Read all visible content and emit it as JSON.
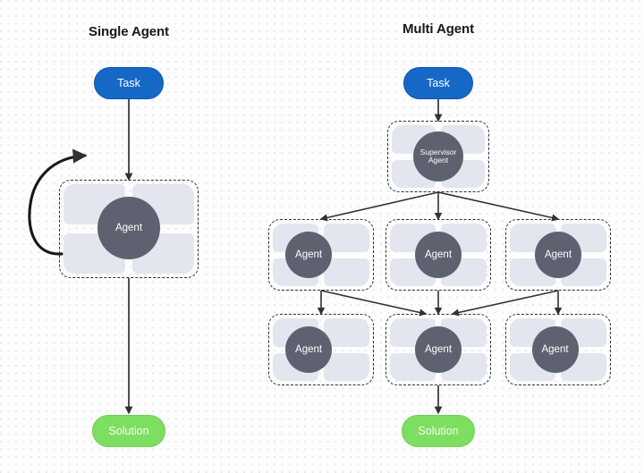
{
  "diagram": {
    "title_left": "Single Agent",
    "title_right": "Multi Agent",
    "colors": {
      "task_fill": "#1668c7",
      "solution_fill": "#7ede62",
      "agent_circle": "#5e6270",
      "agent_panel": "#e3e6ee",
      "edge_stroke": "#2f3136",
      "background": "#fdfdfd",
      "dot_grid": "#e9e9ec"
    }
  },
  "single_agent": {
    "task_label": "Task",
    "agent_label": "Agent",
    "solution_label": "Solution",
    "feedback_loop": "self-loop"
  },
  "multi_agent": {
    "task_label": "Task",
    "supervisor_label_line1": "Supervisor",
    "supervisor_label_line2": "Agent",
    "row1": [
      {
        "label": "Agent"
      },
      {
        "label": "Agent"
      },
      {
        "label": "Agent"
      }
    ],
    "row2": [
      {
        "label": "Agent"
      },
      {
        "label": "Agent"
      },
      {
        "label": "Agent"
      }
    ],
    "solution_label": "Solution"
  }
}
